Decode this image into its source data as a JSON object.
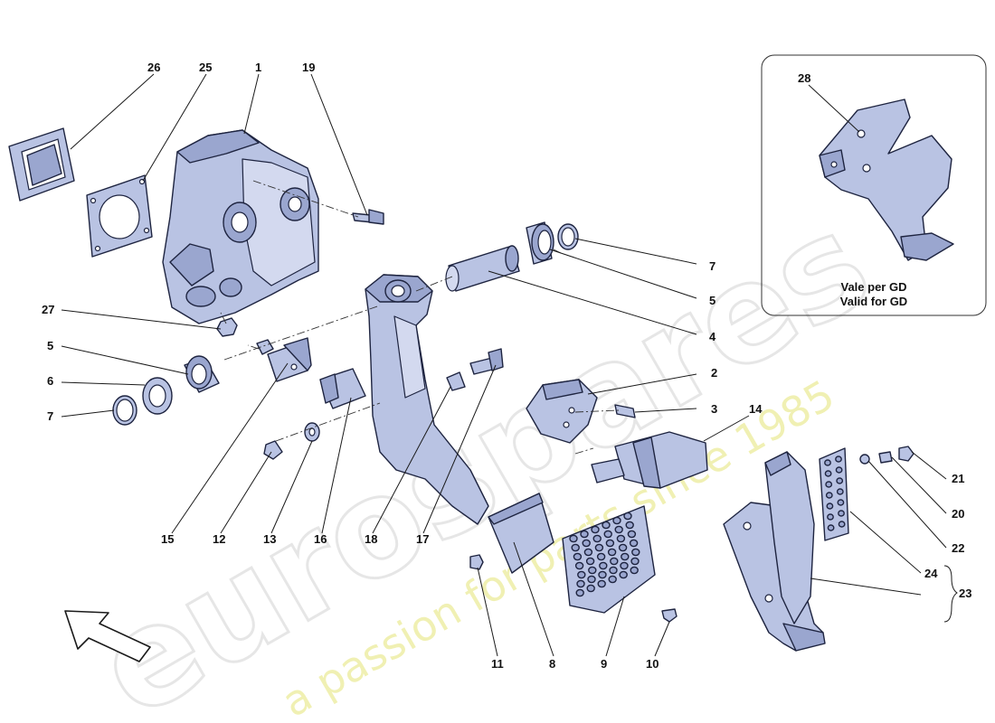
{
  "watermark": {
    "brand": "eurospares",
    "tagline": "a passion for parts since 1985"
  },
  "callouts": {
    "c26": "26",
    "c25": "25",
    "c1": "1",
    "c19": "19",
    "c7a": "7",
    "c5a": "5",
    "c4": "4",
    "c27": "27",
    "c5b": "5",
    "c6": "6",
    "c7b": "7",
    "c2": "2",
    "c3": "3",
    "c14": "14",
    "c21": "21",
    "c20": "20",
    "c22": "22",
    "c24": "24",
    "c23": "23",
    "c15": "15",
    "c12": "12",
    "c13": "13",
    "c16": "16",
    "c18": "18",
    "c17": "17",
    "c11": "11",
    "c8": "8",
    "c9": "9",
    "c10": "10",
    "c28": "28"
  },
  "inset": {
    "caption_line1": "Vale per GD",
    "caption_line2": "Valid for GD"
  },
  "colors": {
    "part_fill": "#b9c3e3",
    "part_outline": "#1e2440",
    "watermark_logo": "#e6e6e6",
    "watermark_tagline": "#ecec9a"
  },
  "icons": {
    "direction_arrow": "arrow-up-left-icon"
  }
}
